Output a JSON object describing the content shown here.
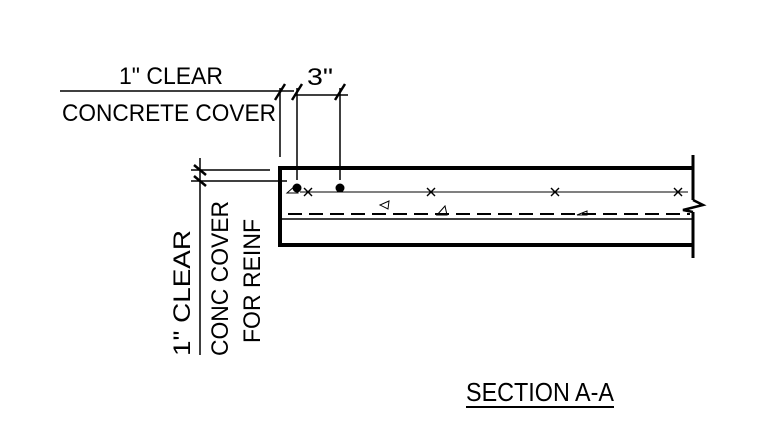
{
  "labels": {
    "top_left_line1": "1\" CLEAR",
    "top_left_line2": "CONCRETE COVER",
    "spacing": "3\"",
    "side_line1": "1\" CLEAR",
    "side_line2": "CONC COVER",
    "side_line3": "FOR REINF",
    "section_title": "SECTION A-A"
  },
  "colors": {
    "ink": "#000000",
    "background": "#ffffff"
  }
}
